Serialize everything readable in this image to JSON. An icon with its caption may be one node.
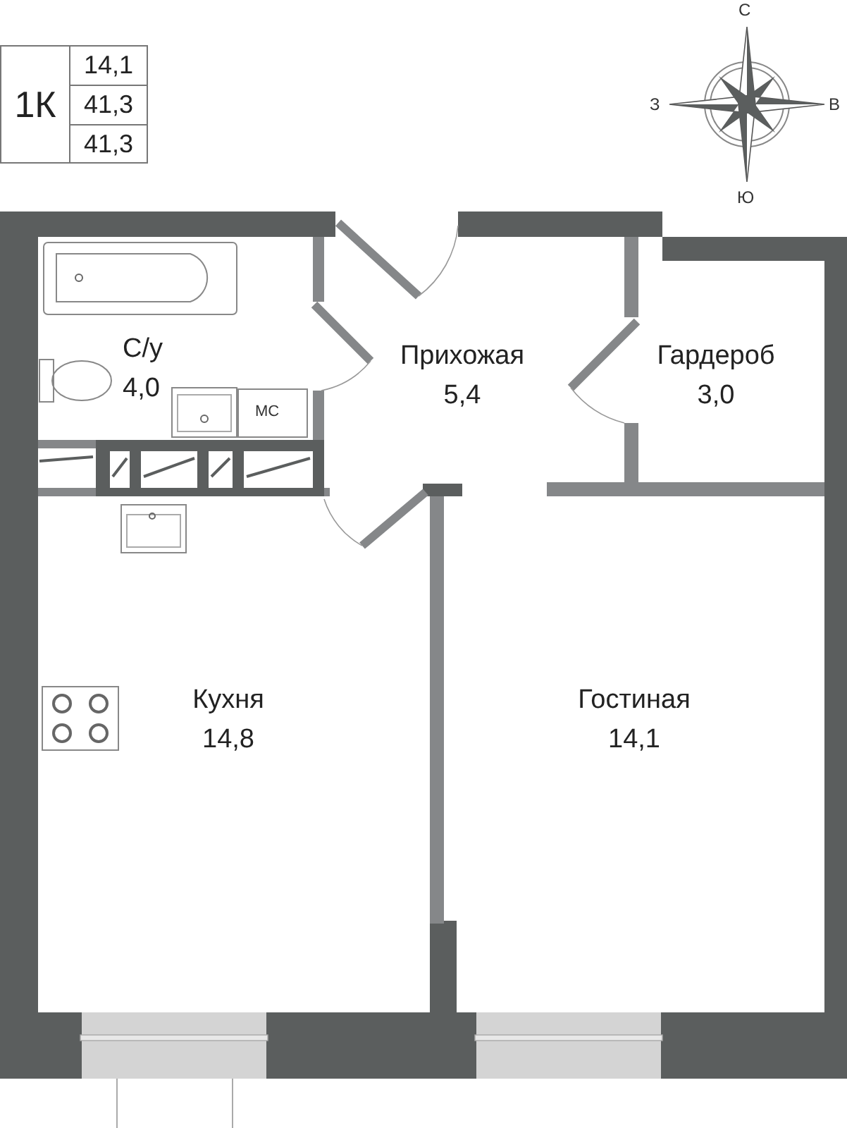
{
  "diagram": {
    "nodes": [
      {
        "text": [
          "С/у",
          "4,0"
        ]
      },
      {
        "text": [
          "Прихожая",
          "5,4"
        ]
      },
      {
        "text": [
          "Гардероб",
          "3,0"
        ]
      },
      {
        "text": [
          "Кухня",
          "14,8"
        ]
      },
      {
        "text": [
          "Гостиная",
          "14,1"
        ]
      }
    ],
    "labels": [
      "1К",
      "14,1",
      "41,3",
      "41,3",
      "С",
      "З",
      "В",
      "Ю",
      "МС"
    ]
  }
}
